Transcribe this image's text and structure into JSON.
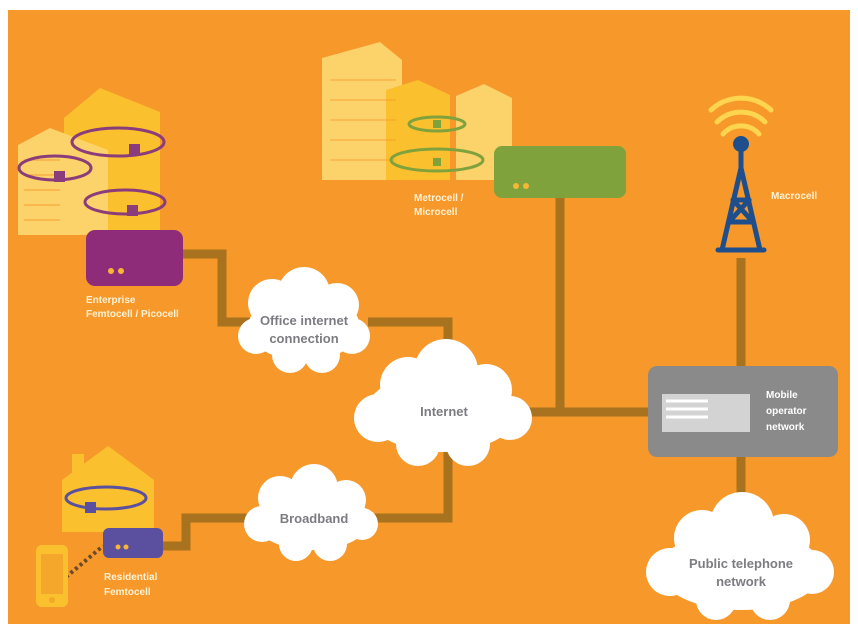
{
  "colors": {
    "background": "#F7982B",
    "link": "#A8721F",
    "building": "#FBC02D",
    "building_light": "#FCD26A",
    "ring": "#8B3C7A",
    "enterprise_router": "#8E2C7A",
    "metro_router": "#7FA23C",
    "residential_router": "#5B4FA0",
    "operator_box": "#8A8A8A",
    "tower": "#1E4E8C",
    "signal": "#FFD54F",
    "cloud": "#FFFFFF",
    "cloud_text": "#7C7C82",
    "label_text": "#FFF3D6"
  },
  "nodes": {
    "enterprise_label": [
      "Enterprise",
      "Femtocell / Picocell"
    ],
    "metro_label": [
      "Metrocell /",
      "Microcell"
    ],
    "macro_label": "Macrocell",
    "residential_label": [
      "Residential",
      "Femtocell"
    ],
    "operator_label": [
      "Mobile",
      "operator",
      "network"
    ]
  },
  "clouds": {
    "office": [
      "Office internet",
      "connection"
    ],
    "internet": "Internet",
    "broadband": "Broadband",
    "pstn": [
      "Public telephone",
      "network"
    ]
  },
  "icons": {
    "phone": "mobile-phone-icon",
    "tower": "cell-tower-icon",
    "house": "house-icon",
    "office_building": "office-building-icon",
    "metro_building": "city-building-icon"
  }
}
